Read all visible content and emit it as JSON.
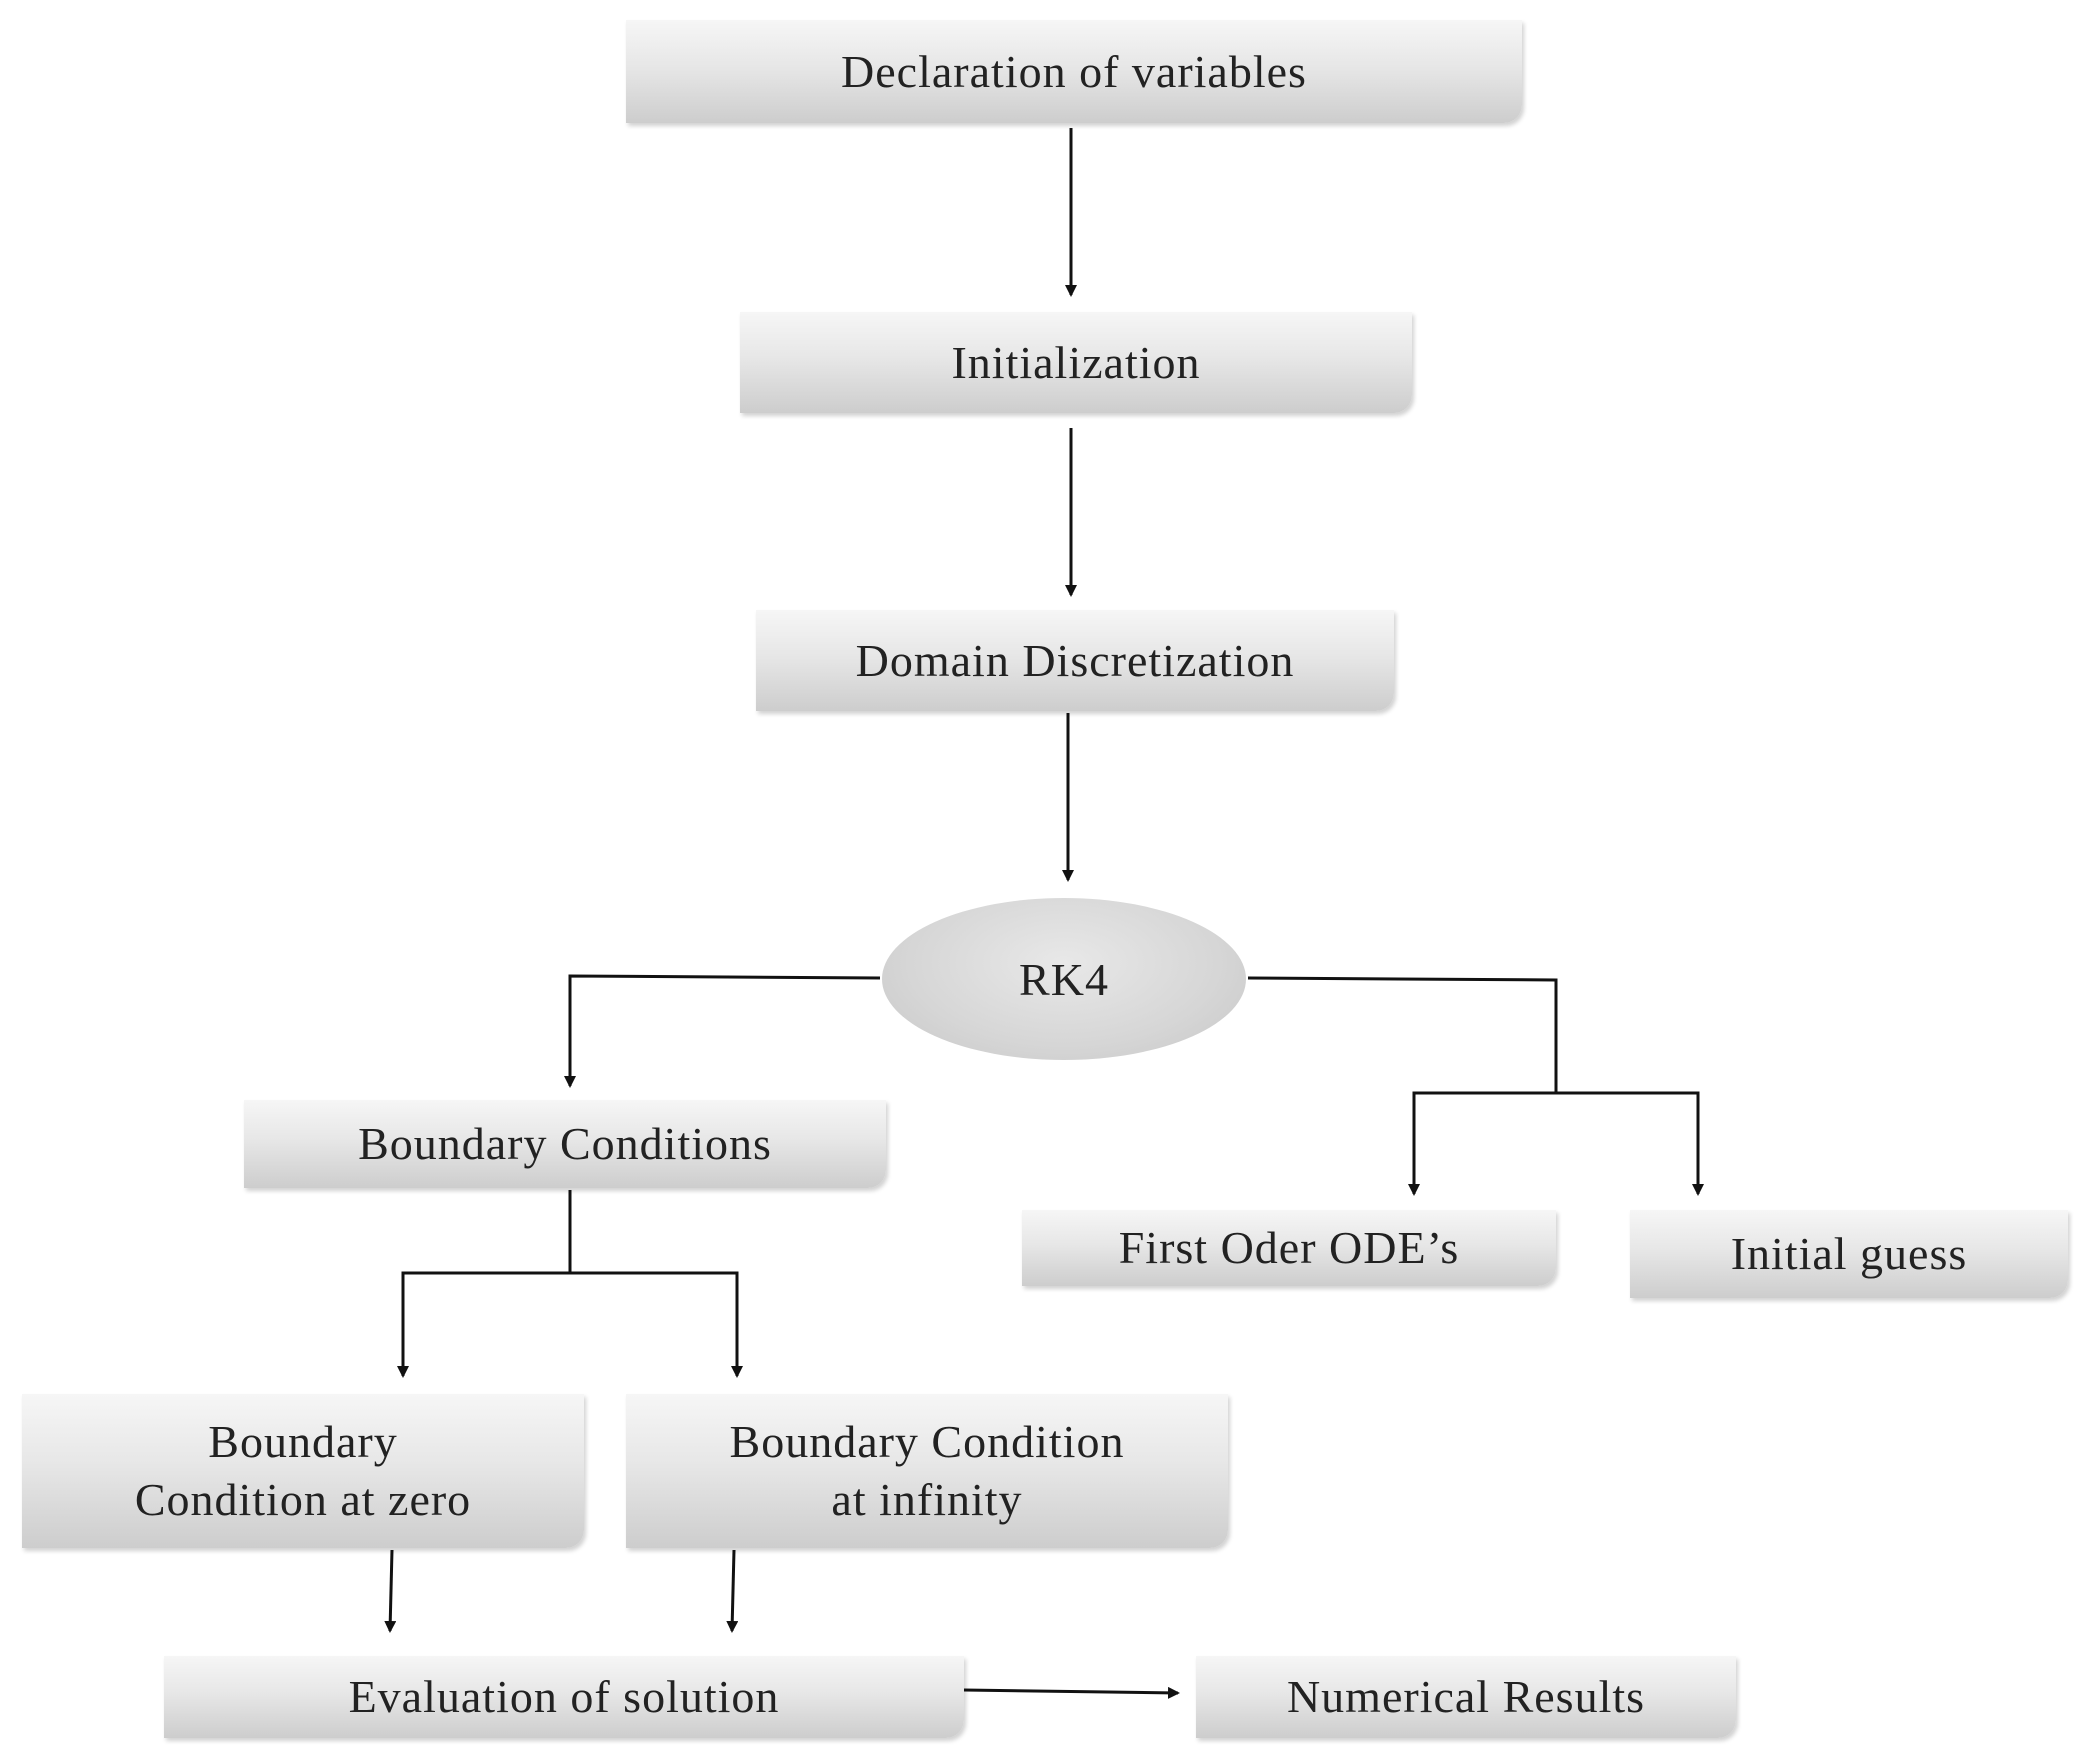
{
  "colors": {
    "arrow": "#111111",
    "box_top": "#f6f6f6",
    "box_bottom": "#cdcdcd",
    "text": "#222222"
  },
  "nodes": {
    "declaration": "Declaration of variables",
    "initialization": "Initialization",
    "domain": "Domain Discretization",
    "rk4": "RK4",
    "boundary_conditions": "Boundary Conditions",
    "first_order": "First Oder ODE’s",
    "initial_guess": "Initial guess",
    "bc_zero": "Boundary\nCondition at zero",
    "bc_infinity": "Boundary Condition\nat infinity",
    "evaluation": "Evaluation of solution",
    "numerical_results": "Numerical Results"
  },
  "edges": [
    {
      "from": "declaration",
      "to": "initialization"
    },
    {
      "from": "initialization",
      "to": "domain"
    },
    {
      "from": "domain",
      "to": "rk4"
    },
    {
      "from": "rk4",
      "to": "boundary_conditions"
    },
    {
      "from": "rk4",
      "to": "first_order"
    },
    {
      "from": "rk4",
      "to": "initial_guess"
    },
    {
      "from": "boundary_conditions",
      "to": "bc_zero"
    },
    {
      "from": "boundary_conditions",
      "to": "bc_infinity"
    },
    {
      "from": "bc_zero",
      "to": "evaluation"
    },
    {
      "from": "bc_infinity",
      "to": "evaluation"
    },
    {
      "from": "evaluation",
      "to": "numerical_results"
    }
  ]
}
